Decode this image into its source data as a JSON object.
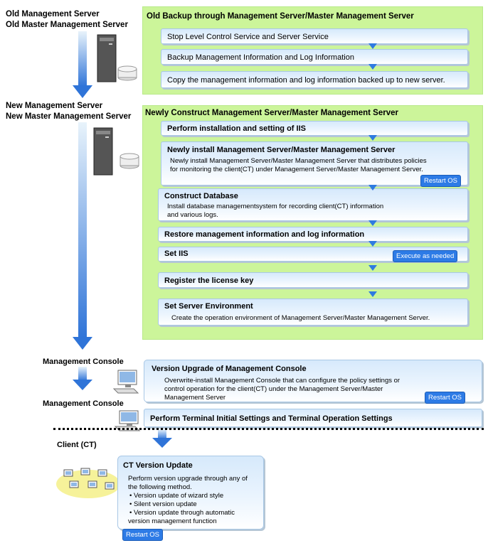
{
  "labels": {
    "old_server_line1": "Old Management Server",
    "old_server_line2": "Old Master Management Server",
    "new_server_line1": "New Management Server",
    "new_server_line2": "New Master Management Server",
    "console_top": "Management Console",
    "console_bottom": "Management Console",
    "client": "Client (CT)"
  },
  "backup_panel": {
    "title": "Old  Backup through Management Server/Master Management Server",
    "steps": [
      "Stop Level Control Service and Server Service",
      "Backup Management  Information  and Log Information",
      "Copy the management   information  and log information  backed up to new server."
    ]
  },
  "construct_panel": {
    "title": "Newly Construct Management Server/Master Management Server",
    "step_iis": "Perform installation and setting of IIS",
    "step_install_title": "Newly install Management Server/Master Management Server",
    "step_install_desc1": "Newly install Management Server/Master Management Server that distributes policies",
    "step_install_desc2": "for monitoring the client(CT) under Management Server/Master Management Server.",
    "step_db_title": "Construct Database",
    "step_db_desc1": "Install database managementsystem for recording client(CT) information",
    "step_db_desc2": "and various logs.",
    "step_restore": "Restore management information and log information",
    "step_setiis": "Set IIS",
    "step_license": "Register the license key",
    "step_env_title": "Set Server Environment",
    "step_env_desc": "Create the operation environment of Management Server/Master Management Server."
  },
  "console_panel": {
    "upgrade_title": "Version Upgrade of Management Console",
    "upgrade_desc1": "Overwrite-install Management Console that can configure the policy settings or",
    "upgrade_desc2": "control operation for the client(CT) under the Management Server/Master",
    "upgrade_desc3": "Management Server",
    "terminal_title": "Perform Terminal Initial Settings and Terminal Operation Settings"
  },
  "ct_panel": {
    "title": "CT Version Update",
    "desc1": "Perform version upgrade through any of",
    "desc2": "the following method.",
    "bullets": [
      "•  Version update of wizard style",
      "•  Silent version update",
      "•  Version update through automatic"
    ],
    "bullet_cont": "version management function"
  },
  "badges": {
    "restart_os": "Restart OS",
    "execute_as_needed": "Execute as needed"
  },
  "icons": {
    "server": "server-tower-icon",
    "disk": "disk-stack-icon",
    "console": "pc-console-icon",
    "clients": "client-network-icon"
  },
  "colors": {
    "panel_green": "#ccf59a",
    "arrow_blue": "#2f7be0",
    "badge_blue": "#2d7be6"
  }
}
